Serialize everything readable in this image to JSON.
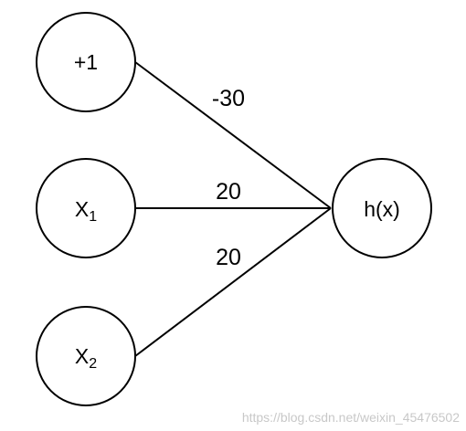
{
  "nodes": {
    "bias": {
      "label": "+1"
    },
    "x1": {
      "base": "X",
      "sub": "1"
    },
    "x2": {
      "base": "X",
      "sub": "2"
    },
    "output": {
      "label": "h(x)"
    }
  },
  "weights": {
    "bias_to_output": "-30",
    "x1_to_output": "20",
    "x2_to_output": "20"
  },
  "watermark": "https://blog.csdn.net/weixin_45476502"
}
